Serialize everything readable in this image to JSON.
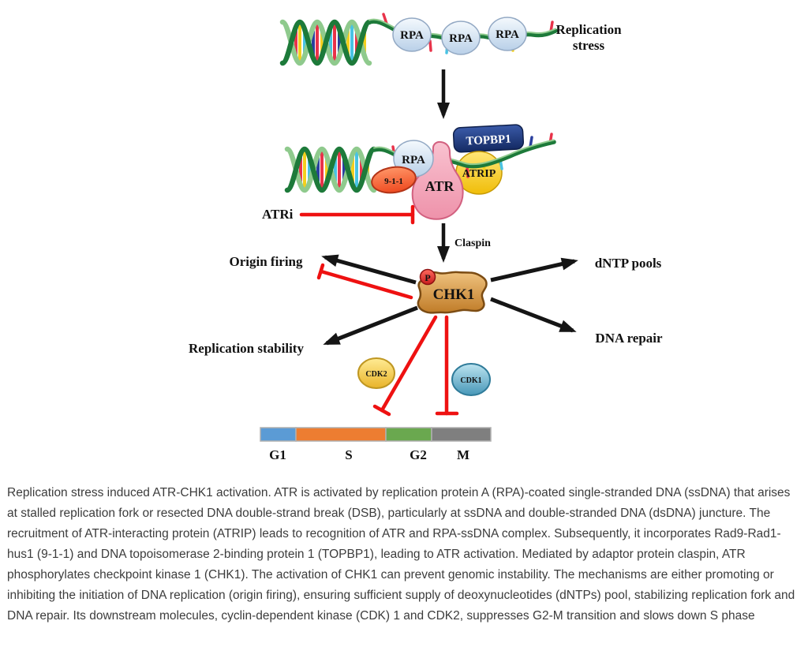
{
  "diagram": {
    "replication_stress_label": {
      "line1": "Replication",
      "line2": "stress"
    },
    "rpa_top": [
      "RPA",
      "RPA",
      "RPA"
    ],
    "complex": {
      "topbp1": "TOPBP1",
      "atrip": "ATRIP",
      "atr": "ATR",
      "rpa": "RPA",
      "clamp_911": "9-1-1"
    },
    "atri_label": "ATRi",
    "claspin_label": "Claspin",
    "chk1_label": "CHK1",
    "phospho_label": "P",
    "outcomes": {
      "origin_firing": "Origin firing",
      "dntp_pools": "dNTP pools",
      "replication_stability": "Replication stability",
      "dna_repair": "DNA repair"
    },
    "kinases": {
      "cdk2": "CDK2",
      "cdk1": "CDK1"
    },
    "cell_cycle_phases": [
      {
        "label": "G1",
        "color": "#5b9bd5"
      },
      {
        "label": "S",
        "color": "#ed7d31"
      },
      {
        "label": "G2",
        "color": "#6aa84f"
      },
      {
        "label": "M",
        "color": "#7f7f7f"
      }
    ],
    "colors": {
      "inhibition_red": "#ee1111",
      "arrow_black": "#151515",
      "dna_green_dark": "#1d7a3a",
      "dna_green_light": "#8fca8d"
    }
  },
  "caption": "Replication stress induced ATR-CHK1 activation. ATR is activated by replication protein A (RPA)-coated single-stranded DNA (ssDNA) that arises at stalled replication fork or resected DNA double-strand break (DSB), particularly at ssDNA and double-stranded DNA (dsDNA) juncture. The recruitment of ATR-interacting protein (ATRIP) leads to recognition of ATR and RPA-ssDNA complex. Subsequently, it incorporates Rad9-Rad1-hus1 (9-1-1) and DNA topoisomerase 2-binding protein 1 (TOPBP1), leading to ATR activation. Mediated by adaptor protein claspin, ATR phosphorylates checkpoint kinase 1 (CHK1). The activation of CHK1 can prevent genomic instability. The mechanisms are either promoting or inhibiting the initiation of DNA replication (origin firing), ensuring sufficient supply of deoxynucleotides (dNTPs) pool, stabilizing replication fork and DNA repair. Its downstream molecules, cyclin-dependent kinase (CDK) 1 and CDK2, suppresses G2-M transition and slows down S phase"
}
